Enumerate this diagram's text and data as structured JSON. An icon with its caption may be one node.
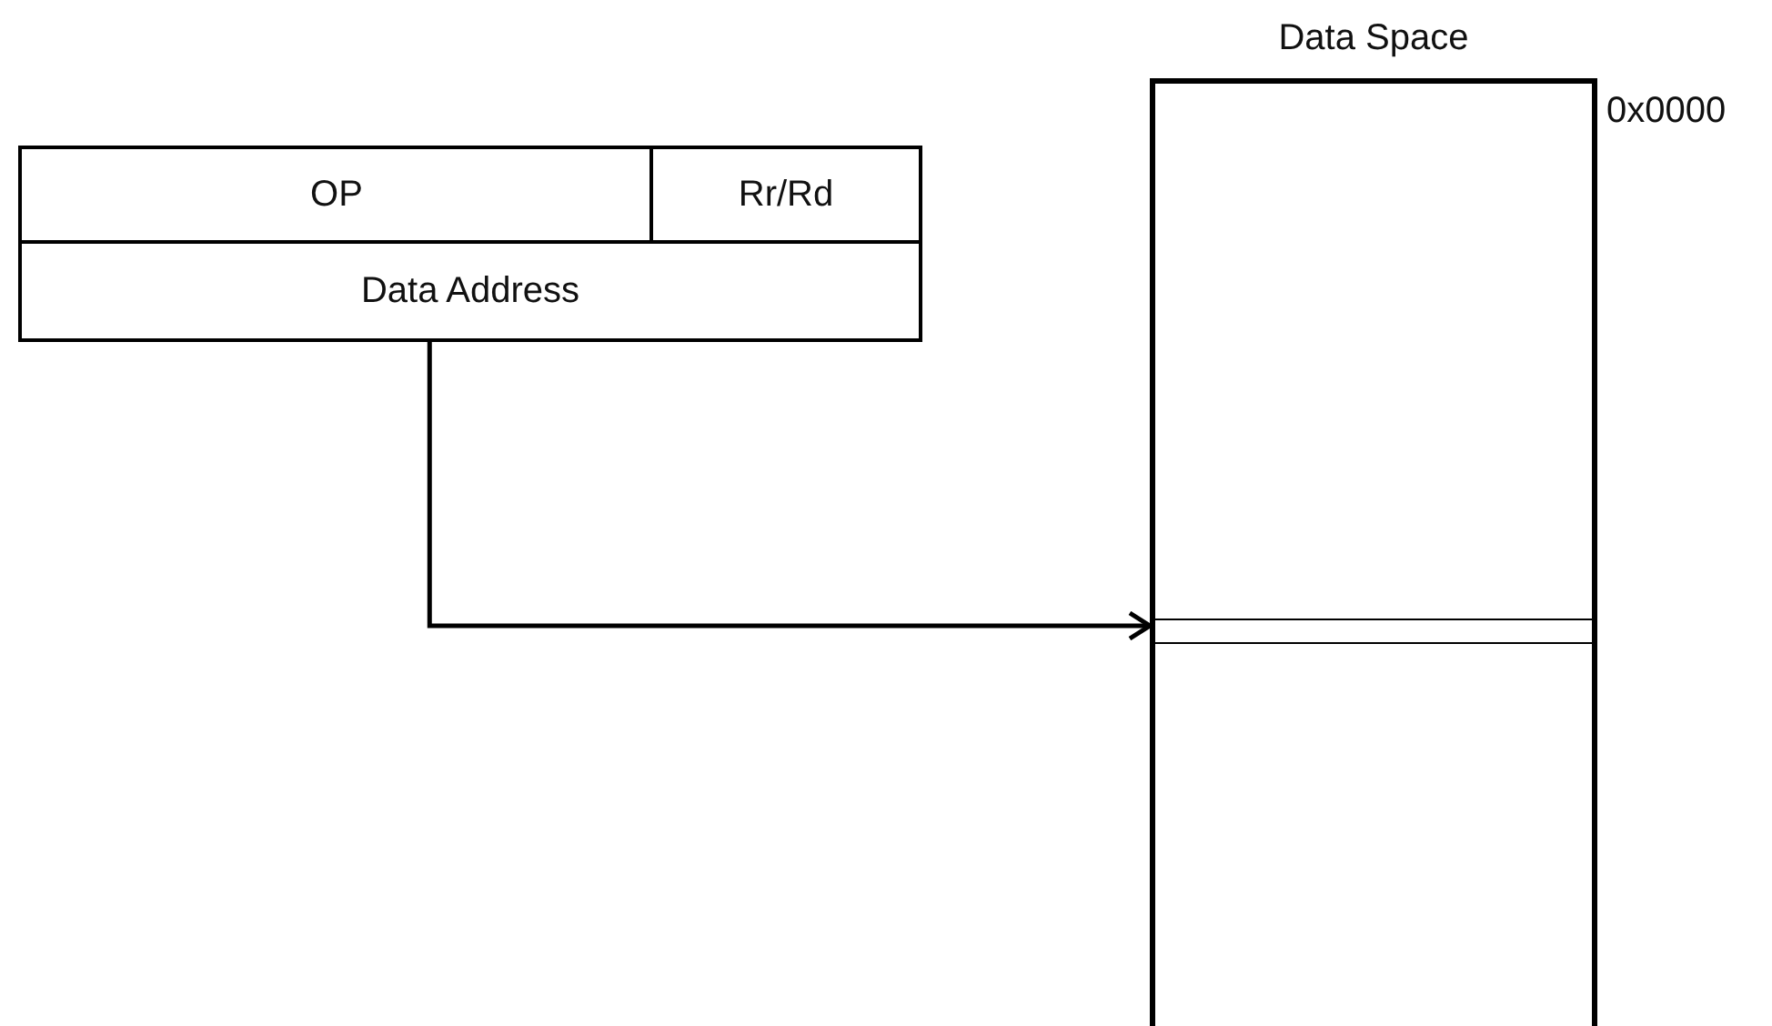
{
  "diagram": {
    "nodes": [
      {
        "text": [
          "OP"
        ]
      },
      {
        "text": [
          "Rr/Rd"
        ]
      },
      {
        "text": [
          "Data Address"
        ]
      },
      {
        "text": [
          "Data Space"
        ],
        "beside": [
          "0x0000"
        ]
      },
      {
        "text": [],
        "shape": "bar",
        "in": 3
      }
    ],
    "edges": [
      {
        "from": 2,
        "to": 4,
        "arrow": "to"
      }
    ]
  }
}
